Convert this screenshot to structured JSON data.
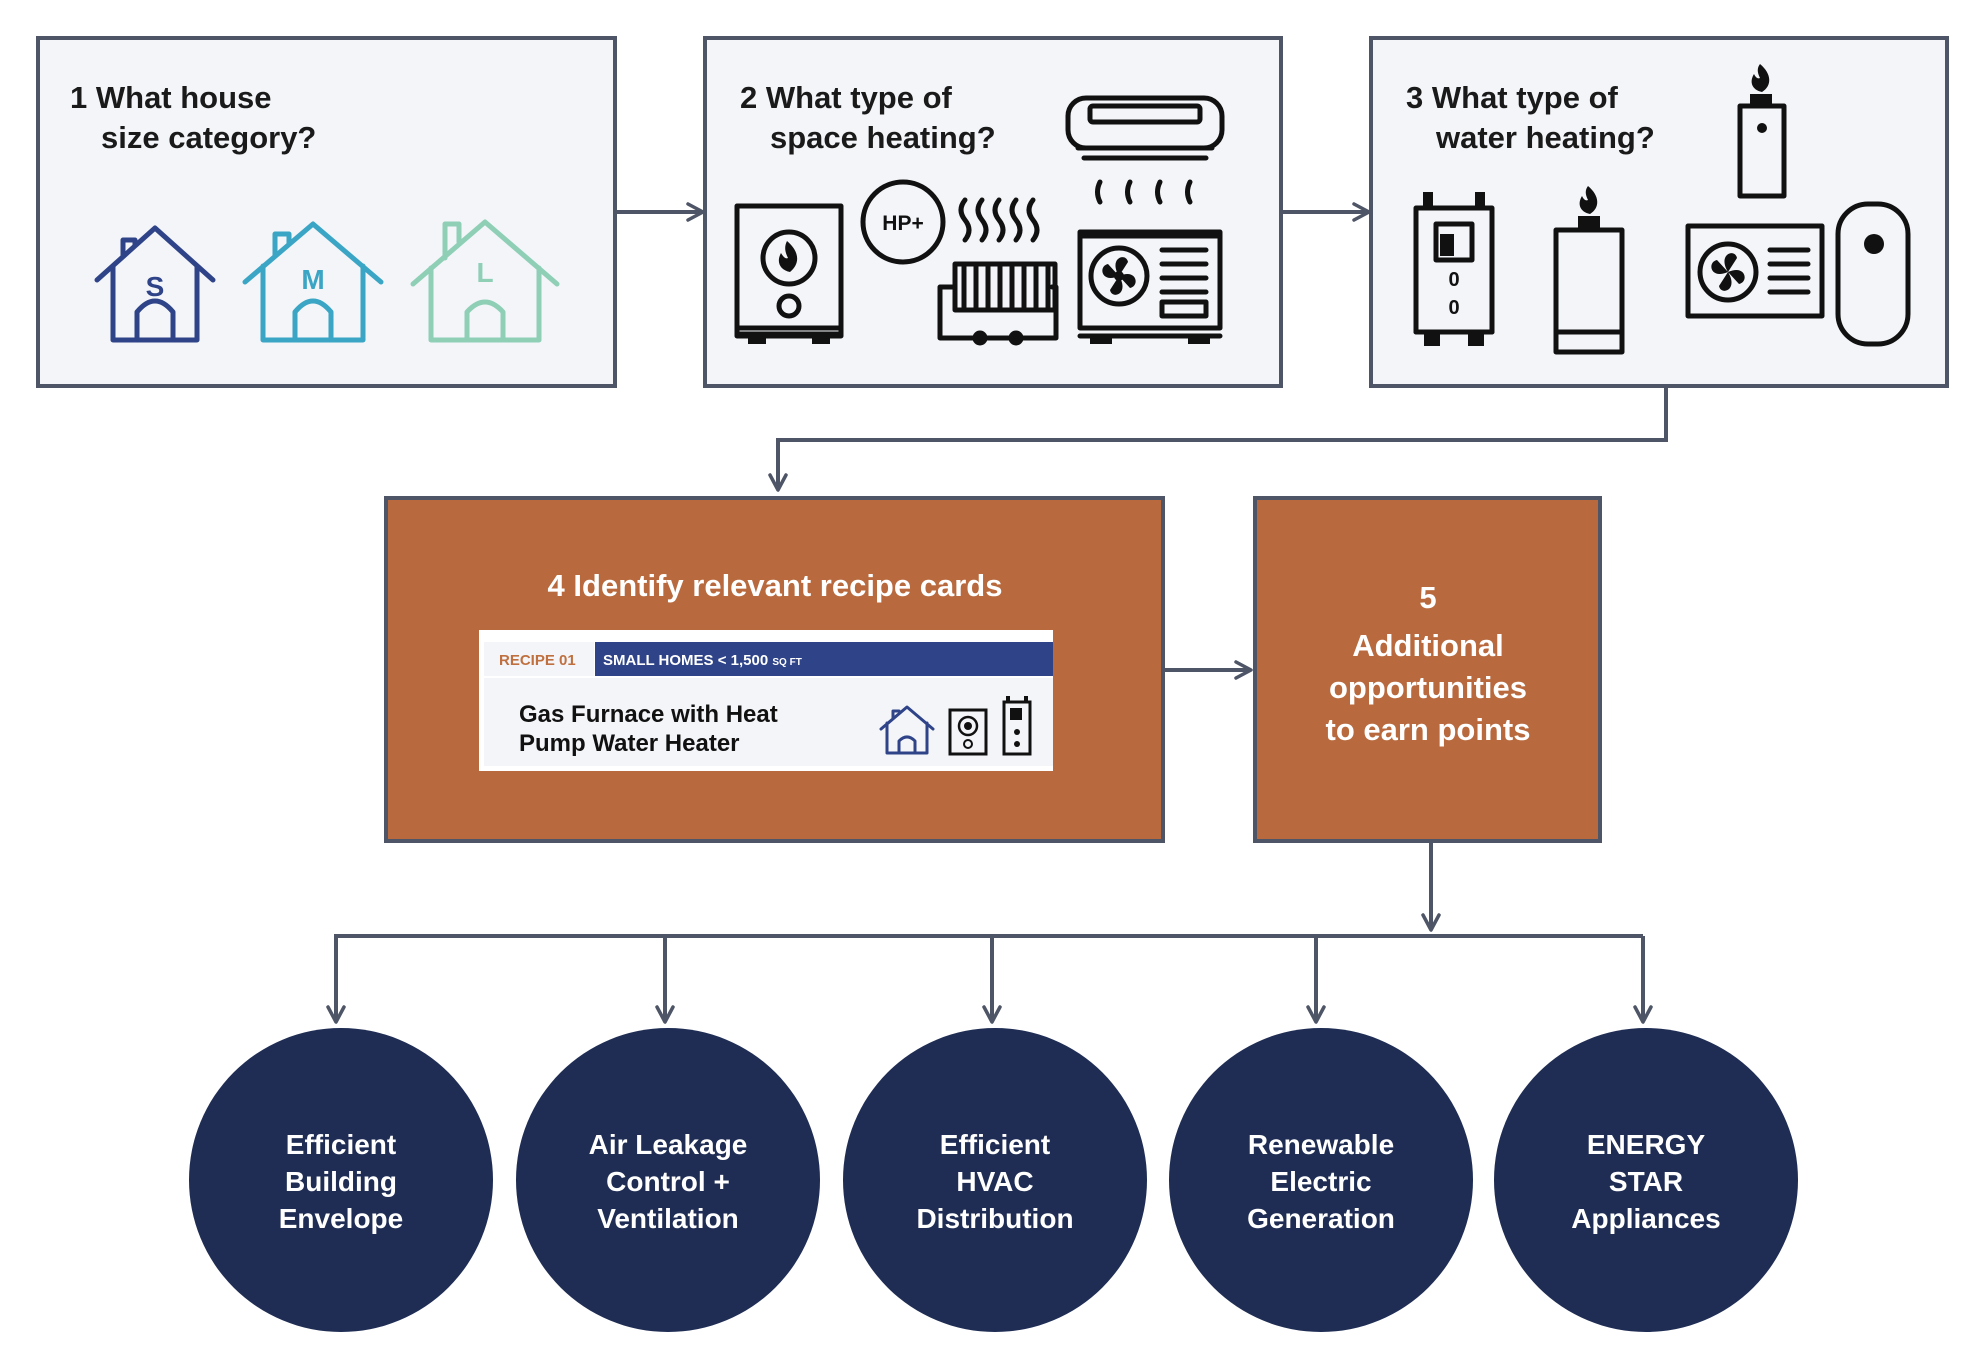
{
  "colors": {
    "box_fill": "#f3f5f9",
    "box_border": "#4d5566",
    "orange": "#b86a3e",
    "navy": "#1f2d54",
    "house_s": "#2f4488",
    "house_m": "#3aa5c4",
    "house_l": "#8ecfb6",
    "card_bar": "#2f4488",
    "recipe_label": "#c0703f"
  },
  "steps": {
    "step1": {
      "number": "1",
      "line1": "What house",
      "line2": "size category?"
    },
    "step2": {
      "number": "2",
      "line1": "What type of",
      "line2": "space heating?"
    },
    "step3": {
      "number": "3",
      "line1": "What type of",
      "line2": "water heating?"
    },
    "step4": {
      "number": "4",
      "title": "Identify relevant recipe cards"
    },
    "step5": {
      "number": "5",
      "line1": "Additional",
      "line2": "opportunities",
      "line3": "to earn points"
    }
  },
  "house_sizes": [
    "S",
    "M",
    "L"
  ],
  "heat_pump_badge": "HP+",
  "recipe_card": {
    "recipe_label": "RECIPE 01",
    "category_main": "SMALL HOMES < 1,500",
    "category_unit": "SQ FT",
    "title_line1": "Gas Furnace with Heat",
    "title_line2": "Pump Water Heater"
  },
  "opportunities": [
    {
      "lines": [
        "Efficient",
        "Building",
        "Envelope"
      ]
    },
    {
      "lines": [
        "Air Leakage",
        "Control +",
        "Ventilation"
      ]
    },
    {
      "lines": [
        "Efficient",
        "HVAC",
        "Distribution"
      ]
    },
    {
      "lines": [
        "Renewable",
        "Electric",
        "Generation"
      ]
    },
    {
      "lines": [
        "ENERGY",
        "STAR",
        "Appliances"
      ]
    }
  ],
  "icons": [
    "house-icon",
    "gas-furnace-icon",
    "heat-pump-badge-icon",
    "electric-resistance-heater-icon",
    "mini-split-icon",
    "outdoor-heat-pump-unit-icon",
    "tankless-water-heater-icon",
    "gas-storage-water-heater-icon",
    "heat-pump-water-heater-icon"
  ]
}
